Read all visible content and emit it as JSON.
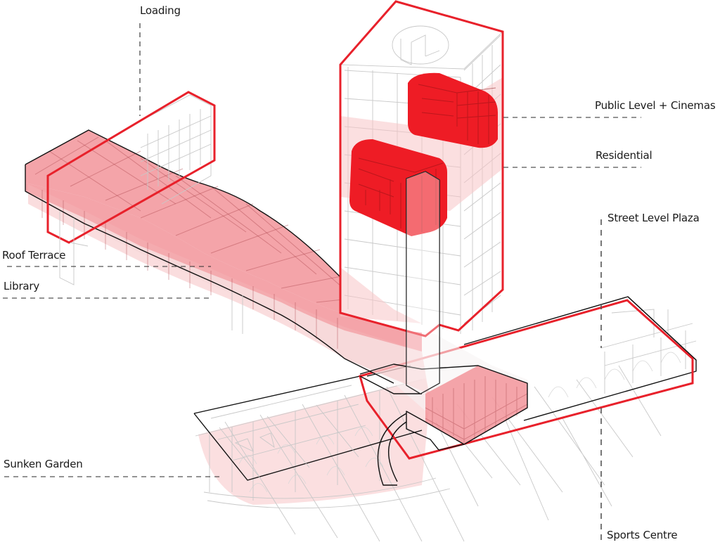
{
  "diagram": {
    "type": "exploded axonometric architectural program diagram",
    "accent_color": "#e8212b",
    "highlight_fill": "#f28c92",
    "solid_fill": "#ee1c25",
    "line_color": "#111111"
  },
  "labels": {
    "loading": "Loading",
    "public_level": "Public Level + Cinemas",
    "residential": "Residential",
    "street_level_plaza": "Street Level Plaza",
    "roof_terrace": "Roof Terrace",
    "library": "Library",
    "sunken_garden": "Sunken Garden",
    "sports_centre": "Sports Centre"
  }
}
